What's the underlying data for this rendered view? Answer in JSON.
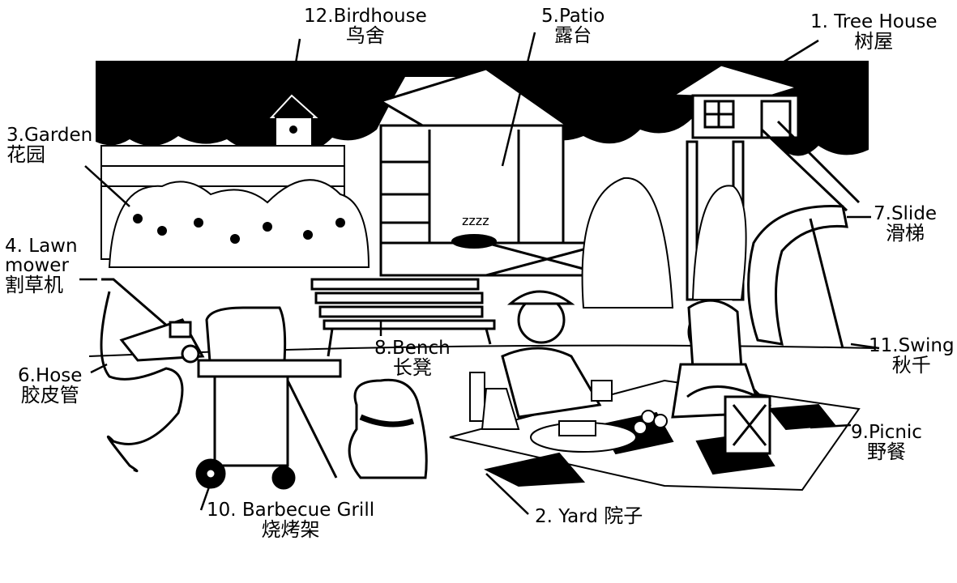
{
  "colors": {
    "ink": "#000000",
    "paper": "#ffffff",
    "shade": "#ededed"
  },
  "labels": {
    "tree_house": {
      "en": "1. Tree House",
      "zh": "树屋"
    },
    "yard": {
      "en": "2. Yard",
      "zh": "院子"
    },
    "garden": {
      "en": "3.Garden",
      "zh": "花园"
    },
    "lawn_mower": {
      "en": "4. Lawn mower",
      "zh": "割草机"
    },
    "patio": {
      "en": "5.Patio",
      "zh": "露台"
    },
    "hose": {
      "en": "6.Hose",
      "zh": "胶皮管"
    },
    "slide": {
      "en": "7.Slide",
      "zh": "滑梯"
    },
    "bench": {
      "en": "8.Bench",
      "zh": "长凳"
    },
    "picnic": {
      "en": "9.Picnic",
      "zh": "野餐"
    },
    "grill": {
      "en": "10. Barbecue Grill",
      "zh": "烧烤架"
    },
    "swing": {
      "en": "11.Swing",
      "zh": "秋千"
    },
    "birdhouse": {
      "en": "12.Birdhouse",
      "zh": "鸟舍"
    }
  },
  "scene_text": {
    "snore": "zzzz"
  }
}
